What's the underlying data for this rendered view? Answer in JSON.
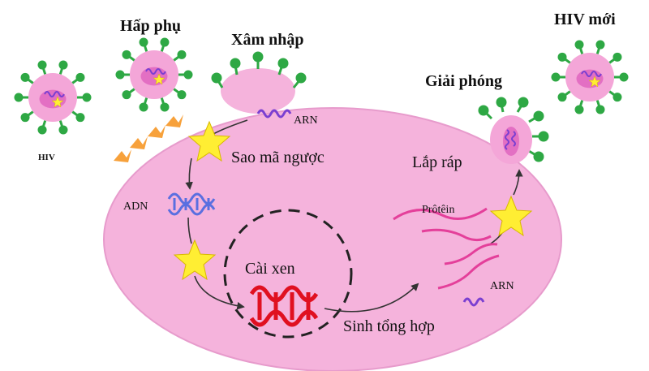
{
  "labels": {
    "hiv": "HIV",
    "hap_phu": "Hấp phụ",
    "xam_nhap": "Xâm nhập",
    "hiv_moi": "HIV mới",
    "giai_phong": "Giải phóng",
    "arn_top": "ARN",
    "sao_ma_nguoc": "Sao mã ngược",
    "lap_rap": "Lắp ráp",
    "adn": "ADN",
    "protein": "Prôtêin",
    "cai_xen": "Cài xen",
    "arn_bottom": "ARN",
    "sinh_tong_hop": "Sinh tổng hợp"
  },
  "colors": {
    "cell": "#f5b3dc",
    "cell_edge": "#e79bcc",
    "virus_body": "#f4a6d8",
    "virus_core": "#e36fc3",
    "spike": "#2ea844",
    "star": "#ffee33",
    "star_edge": "#d8b800",
    "rna": "#7a3fd1",
    "dna_blue": "#5a6fe0",
    "dna_red": "#e01020",
    "protein": "#e43f9a",
    "receptor": "#f7a13b",
    "arrow": "#333333"
  }
}
